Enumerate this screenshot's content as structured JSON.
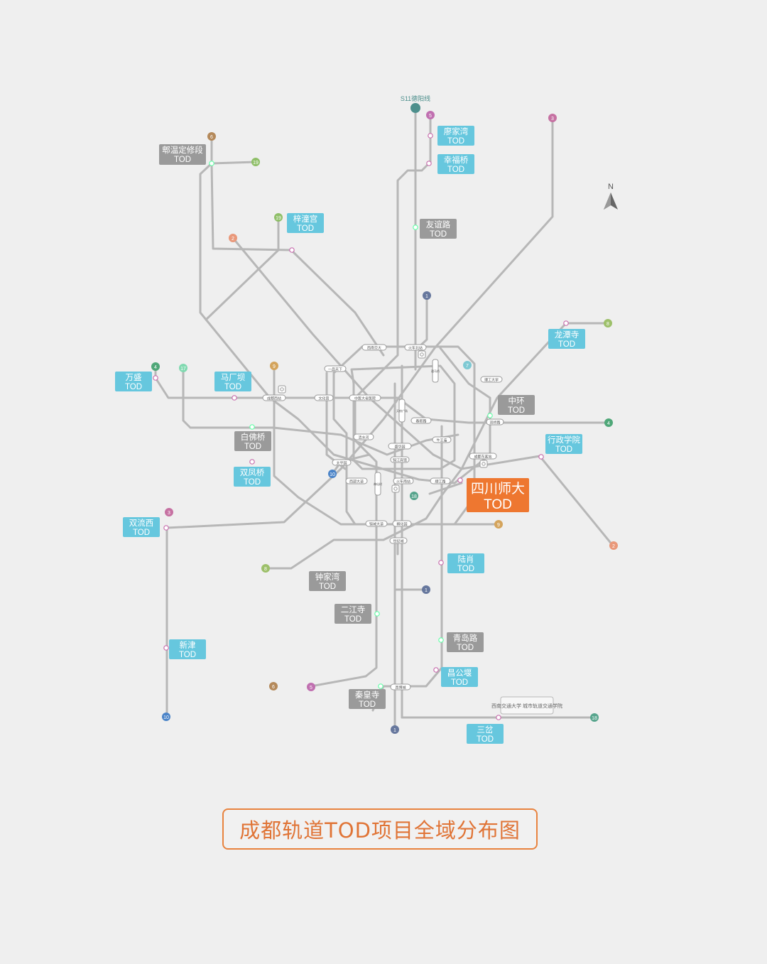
{
  "map": {
    "colors": {
      "line": "#b7b7b7",
      "cyan_label": "#66c7de",
      "gray_label": "#9a9a9a",
      "featured": "#ee7730"
    },
    "compass": {
      "letter": "N",
      "icon": "north-arrow-icon"
    },
    "line_terminals": [
      {
        "id": "s11",
        "label": "S11德阳线",
        "color": "#4d8f8c"
      },
      {
        "id": "l5n",
        "label": "5",
        "color": "#c06fb0"
      },
      {
        "id": "l3n",
        "label": "3",
        "color": "#c671a2"
      },
      {
        "id": "l6n",
        "label": "6",
        "color": "#b4895a"
      },
      {
        "id": "l19a",
        "label": "19",
        "color": "#8fbf68"
      },
      {
        "id": "l19b",
        "label": "19",
        "color": "#8fbf68"
      },
      {
        "id": "l2w",
        "label": "2",
        "color": "#e9987a"
      },
      {
        "id": "l1n",
        "label": "1",
        "color": "#66779d"
      },
      {
        "id": "l8e",
        "label": "8",
        "color": "#9dc06a"
      },
      {
        "id": "l4w",
        "label": "4",
        "color": "#4fa778"
      },
      {
        "id": "l17",
        "label": "17",
        "color": "#80d9b0"
      },
      {
        "id": "l9n",
        "label": "9",
        "color": "#d4a45c"
      },
      {
        "id": "l7",
        "label": "7",
        "color": "#7ec9d3"
      },
      {
        "id": "l4e",
        "label": "4",
        "color": "#4fa778"
      },
      {
        "id": "l10a",
        "label": "10",
        "color": "#4b84c8"
      },
      {
        "id": "l18a",
        "label": "18",
        "color": "#56a48c"
      },
      {
        "id": "l3s",
        "label": "3",
        "color": "#c671a2"
      },
      {
        "id": "l9e",
        "label": "9",
        "color": "#d4a45c"
      },
      {
        "id": "l2e",
        "label": "2",
        "color": "#e9987a"
      },
      {
        "id": "l8s",
        "label": "8",
        "color": "#9dc06a"
      },
      {
        "id": "l1s",
        "label": "1",
        "color": "#66779d"
      },
      {
        "id": "l6s",
        "label": "6",
        "color": "#b4895a"
      },
      {
        "id": "l5s",
        "label": "5",
        "color": "#c06fb0"
      },
      {
        "id": "l1b",
        "label": "1",
        "color": "#66779d"
      },
      {
        "id": "l10s",
        "label": "10",
        "color": "#4b84c8"
      },
      {
        "id": "l18s",
        "label": "18",
        "color": "#56a48c"
      }
    ],
    "stations": [
      {
        "id": "xnjd",
        "label": "西南交大"
      },
      {
        "id": "hcbz",
        "label": "火车北站"
      },
      {
        "id": "ypt",
        "label": "一品天下"
      },
      {
        "id": "jgl",
        "label": "驷马桥"
      },
      {
        "id": "lgdx",
        "label": "理工大学"
      },
      {
        "id": "cdxz",
        "label": "成都西站"
      },
      {
        "id": "whg",
        "label": "文化宫"
      },
      {
        "id": "zyy",
        "label": "中医大省医院"
      },
      {
        "id": "tfgc",
        "label": "天府广场"
      },
      {
        "id": "cxl",
        "label": "春熙路"
      },
      {
        "id": "ydd",
        "label": "双桥路"
      },
      {
        "id": "tsqs",
        "label": "清水河"
      },
      {
        "id": "szq",
        "label": "盛华园"
      },
      {
        "id": "nwg",
        "label": "牛王庙"
      },
      {
        "id": "cdds",
        "label": "成都东客站"
      },
      {
        "id": "tpy",
        "label": "太平园"
      },
      {
        "id": "jmq",
        "label": "锦江宾馆"
      },
      {
        "id": "xbd",
        "label": "西部大道"
      },
      {
        "id": "hcnz",
        "label": "火车南站"
      },
      {
        "id": "szr",
        "label": "顺江路"
      },
      {
        "id": "tpn",
        "label": "神仙树"
      },
      {
        "id": "jcdd",
        "label": "锦城大道"
      },
      {
        "id": "hhy",
        "label": "孵化园"
      },
      {
        "id": "sjc",
        "label": "世纪城"
      },
      {
        "id": "xbc",
        "label": "西博城"
      },
      {
        "id": "xnjdu",
        "label": "西南交通大学 城市轨道交通学院"
      }
    ],
    "tods": [
      {
        "id": "pwdx",
        "line1": "郫温定修段",
        "line2": "TOD",
        "style": "gray"
      },
      {
        "id": "ljw",
        "line1": "廖家湾",
        "line2": "TOD",
        "style": "cyan"
      },
      {
        "id": "xfq",
        "line1": "幸福桥",
        "line2": "TOD",
        "style": "cyan"
      },
      {
        "id": "zzg",
        "line1": "梓潼宫",
        "line2": "TOD",
        "style": "cyan"
      },
      {
        "id": "yyl",
        "line1": "友谊路",
        "line2": "TOD",
        "style": "gray"
      },
      {
        "id": "lts",
        "line1": "龙潭寺",
        "line2": "TOD",
        "style": "cyan"
      },
      {
        "id": "ws",
        "line1": "万盛",
        "line2": "TOD",
        "style": "cyan"
      },
      {
        "id": "mcb",
        "line1": "马厂坝",
        "line2": "TOD",
        "style": "cyan"
      },
      {
        "id": "zh",
        "line1": "中环",
        "line2": "TOD",
        "style": "gray"
      },
      {
        "id": "bfq",
        "line1": "白佛桥",
        "line2": "TOD",
        "style": "gray"
      },
      {
        "id": "xzxy",
        "line1": "行政学院",
        "line2": "TOD",
        "style": "cyan"
      },
      {
        "id": "sfq",
        "line1": "双凤桥",
        "line2": "TOD",
        "style": "cyan"
      },
      {
        "id": "scsd",
        "line1": "四川师大",
        "line2": "TOD",
        "style": "featured"
      },
      {
        "id": "slx",
        "line1": "双流西",
        "line2": "TOD",
        "style": "cyan"
      },
      {
        "id": "lx",
        "line1": "陆肖",
        "line2": "TOD",
        "style": "cyan"
      },
      {
        "id": "zjw",
        "line1": "钟家湾",
        "line2": "TOD",
        "style": "gray"
      },
      {
        "id": "ejs",
        "line1": "二江寺",
        "line2": "TOD",
        "style": "gray"
      },
      {
        "id": "qdl",
        "line1": "青岛路",
        "line2": "TOD",
        "style": "gray"
      },
      {
        "id": "xj",
        "line1": "新津",
        "line2": "TOD",
        "style": "cyan"
      },
      {
        "id": "cgy",
        "line1": "昌公堰",
        "line2": "TOD",
        "style": "cyan"
      },
      {
        "id": "qhs",
        "line1": "秦皇寺",
        "line2": "TOD",
        "style": "gray"
      },
      {
        "id": "sc",
        "line1": "三岔",
        "line2": "TOD",
        "style": "cyan"
      }
    ]
  },
  "title": "成都轨道TOD项目全域分布图"
}
